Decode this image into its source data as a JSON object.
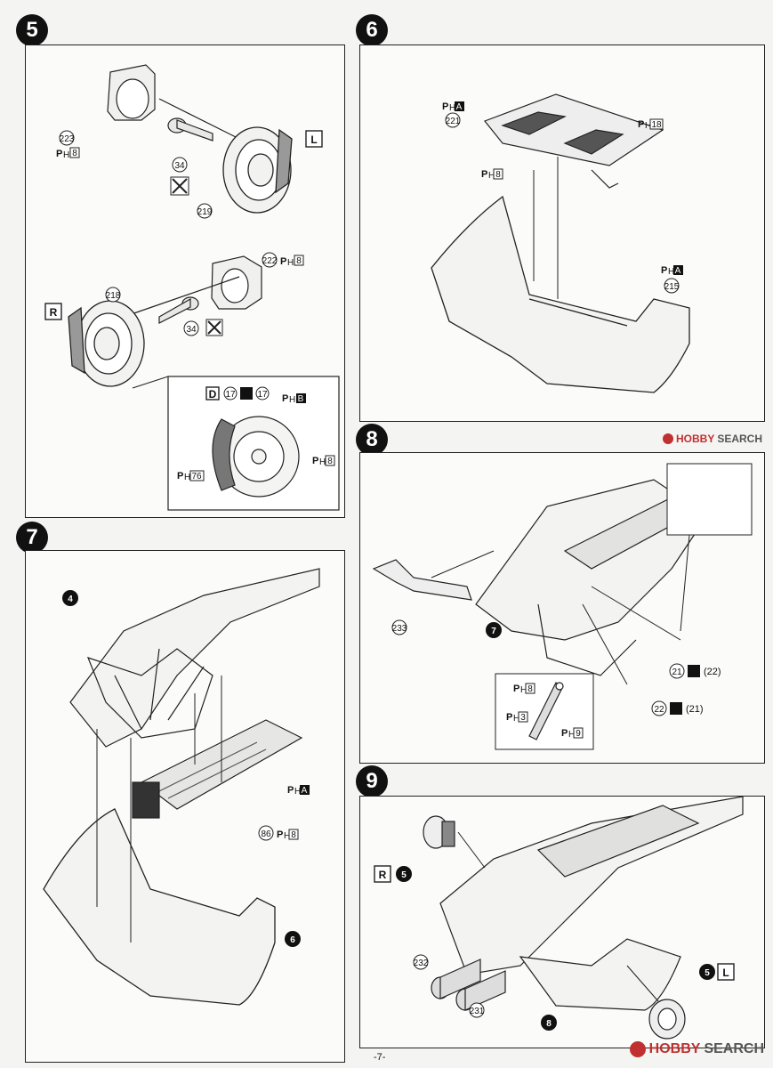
{
  "steps": {
    "s5": {
      "number": "5",
      "parts": [
        "223",
        "34",
        "219",
        "222",
        "218",
        "34"
      ],
      "ph_223": "8",
      "ph_222": "8",
      "side_left": "L",
      "side_right": "R",
      "inset_letter": "D",
      "inset_part_a": "17",
      "inset_part_b": "17",
      "inset_ph_b": "B",
      "inset_ph_8": "8",
      "inset_ph_76": "76"
    },
    "s6": {
      "number": "6",
      "ph_a_top": "A",
      "part_221": "221",
      "ph_18": "18",
      "ph_8": "8",
      "ph_a_right": "A",
      "part_215": "215"
    },
    "s7": {
      "number": "7",
      "ref_step_top": "4",
      "ph_a": "A",
      "part_86": "86",
      "ph_8": "8",
      "ref_step_bottom": "6"
    },
    "s8": {
      "number": "8",
      "part_233": "233",
      "ref_step": "7",
      "part_21": "21",
      "part_22_paren": "(22)",
      "part_22": "22",
      "part_21_paren": "(21)",
      "shock_ph_8": "8",
      "shock_ph_3": "3",
      "shock_ph_9": "9"
    },
    "s9": {
      "number": "9",
      "side_right": "R",
      "ref_step_r": "5",
      "ref_step_l": "5",
      "side_left": "L",
      "part_232": "232",
      "part_231": "231",
      "ref_step_8": "8"
    }
  },
  "ph_prefix": "P",
  "ph_sub": "H",
  "page_number": "-7-",
  "watermark": {
    "brand": "HOBBY",
    "search": "SEARCH"
  },
  "colors": {
    "ink": "#111111",
    "paper": "#fbfbfa",
    "watermark": "#c03030"
  }
}
